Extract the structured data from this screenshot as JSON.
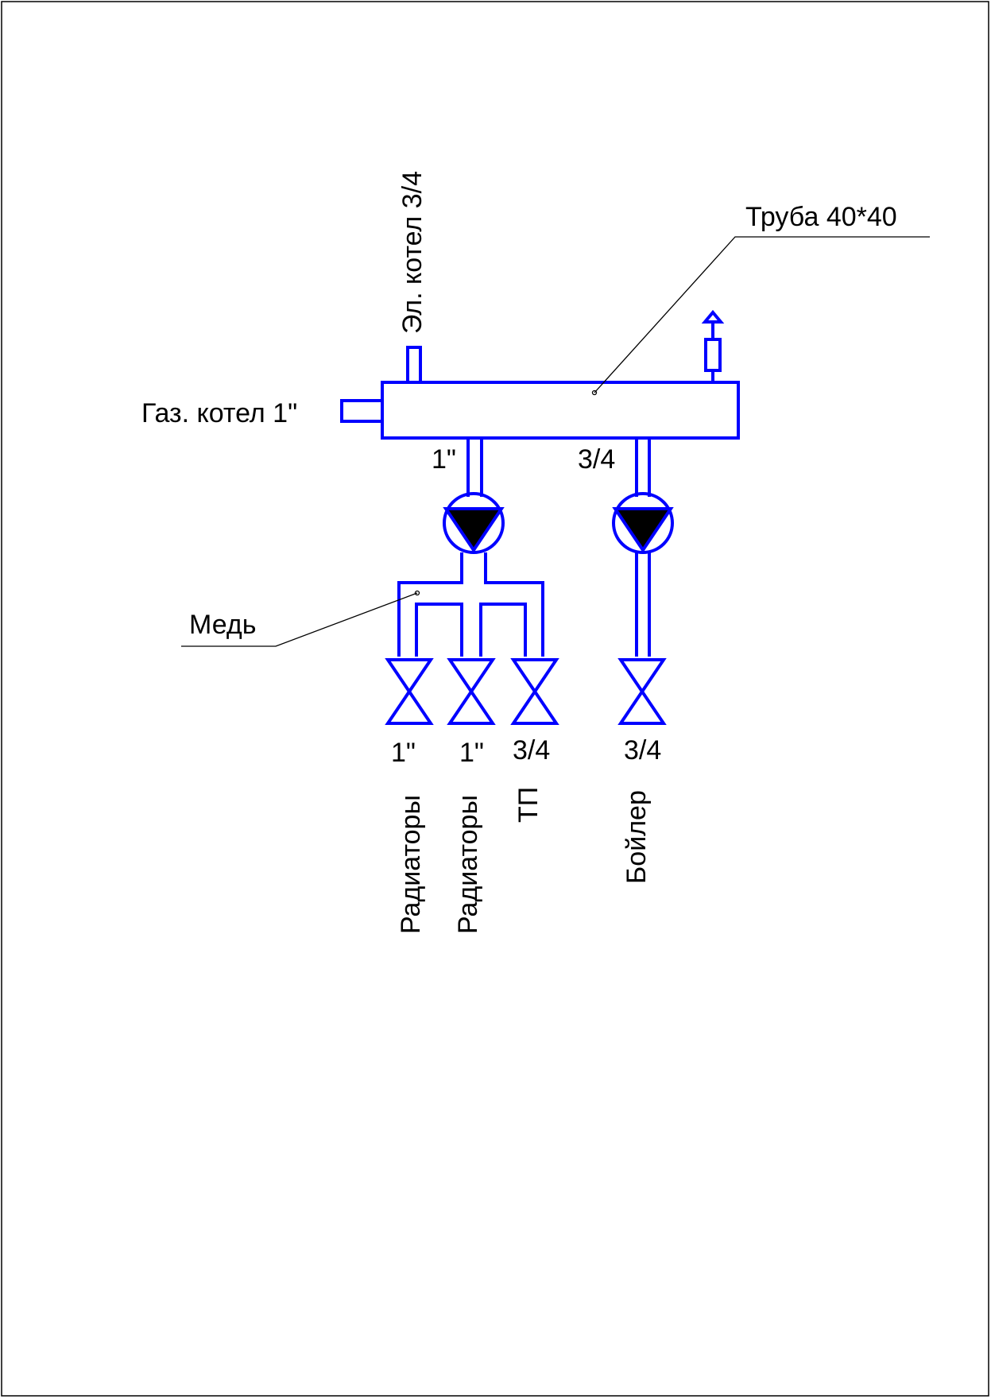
{
  "colors": {
    "pipe": "#0000ff",
    "pump_fill": "#000000",
    "text": "#000000",
    "frame": "#000000"
  },
  "labels": {
    "header_pipe": "Труба 40*40",
    "gas_boiler": "Газ. котел 1\"",
    "electric_boiler": "Эл. котел 3/4",
    "copper": "Медь",
    "pump1_size": "1\"",
    "pump2_size": "3/4"
  },
  "outlets": [
    {
      "size": "1\"",
      "name": "Радиаторы"
    },
    {
      "size": "1\"",
      "name": "Радиаторы"
    },
    {
      "size": "3/4",
      "name": "ТП"
    },
    {
      "size": "3/4",
      "name": "Бойлер"
    }
  ],
  "icons": {
    "pump": "circulation-pump-icon",
    "valve": "shutoff-valve-icon",
    "air_vent": "air-vent-icon"
  }
}
